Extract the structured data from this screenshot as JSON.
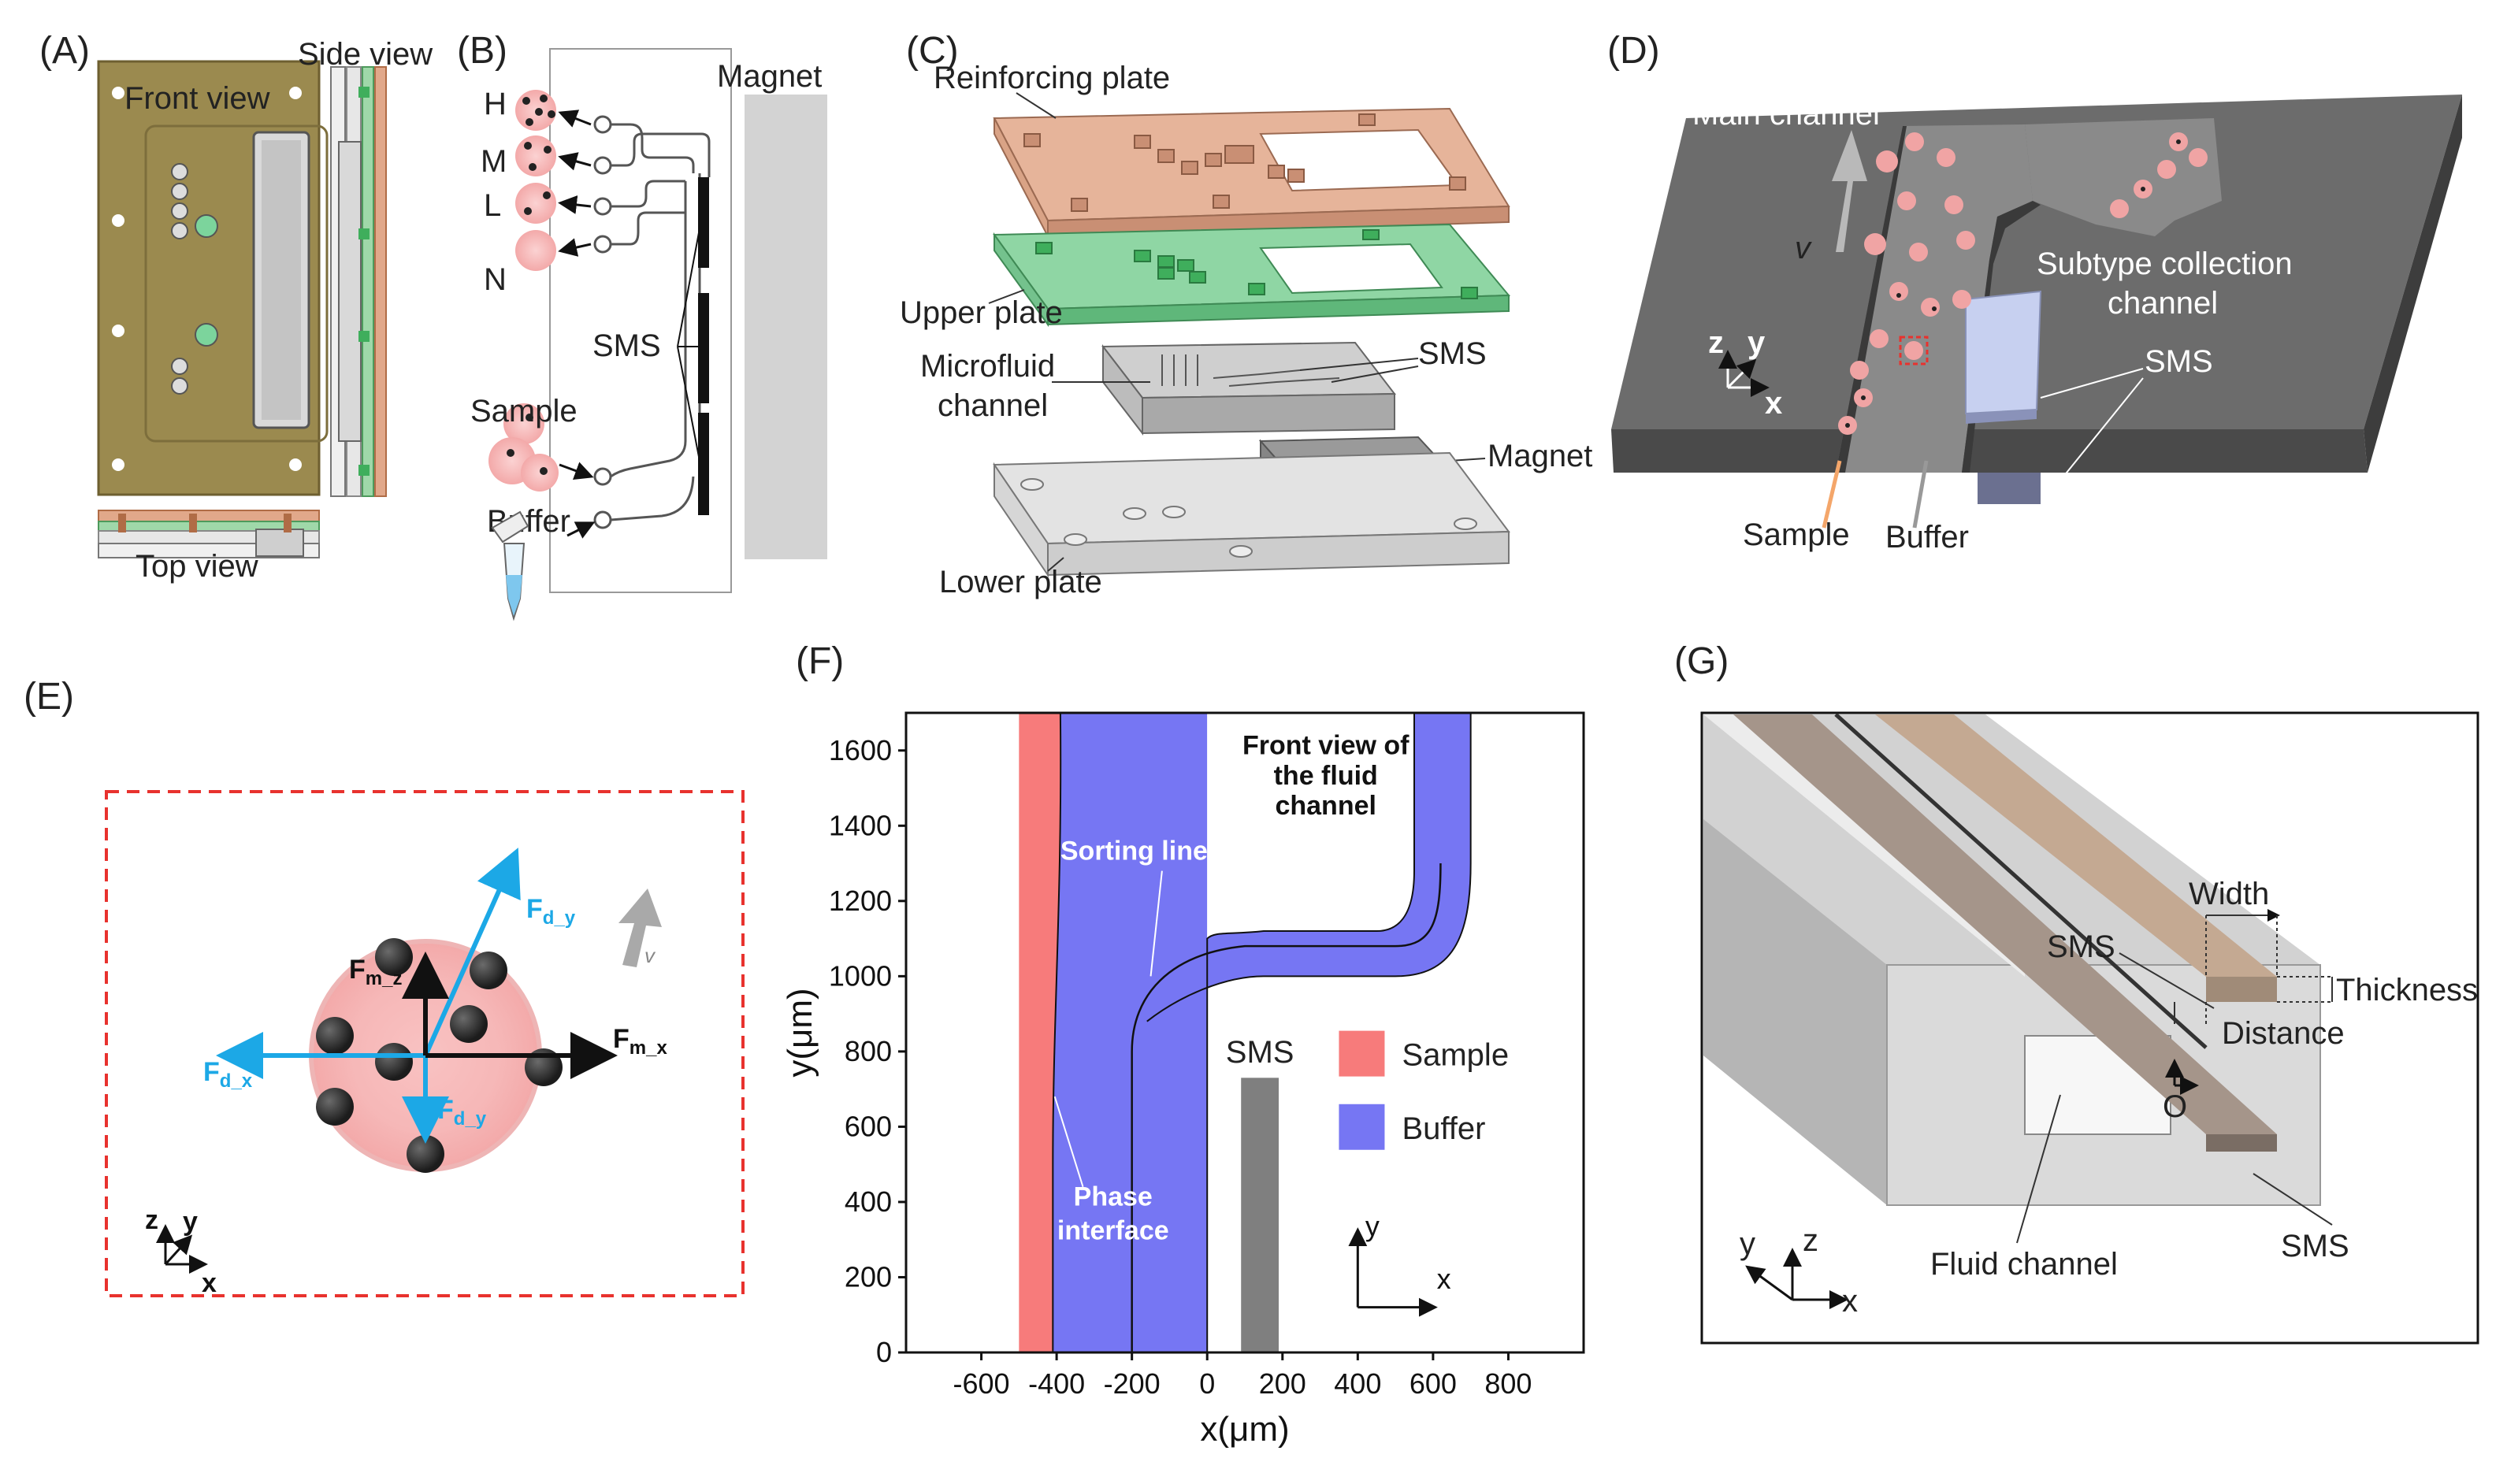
{
  "panels": {
    "A": {
      "label": "(A)",
      "front": "Front view",
      "side": "Side view",
      "top": "Top view"
    },
    "B": {
      "label": "(B)",
      "magnet": "Magnet",
      "H": "H",
      "M": "M",
      "L": "L",
      "N": "N",
      "sms": "SMS",
      "sample": "Sample",
      "buffer": "Buffer"
    },
    "C": {
      "label": "(C)",
      "reinforcing": "Reinforcing plate",
      "upper": "Upper plate",
      "micro1": "Microfluid",
      "micro2": "channel",
      "sms": "SMS",
      "magnet": "Magnet",
      "lower": "Lower plate"
    },
    "D": {
      "label": "(D)",
      "main": "Main channel",
      "subtype1": "Subtype collection",
      "subtype2": "channel",
      "sms": "SMS",
      "sample": "Sample",
      "buffer": "Buffer",
      "v": "v",
      "z": "z",
      "y": "y",
      "x": "x"
    },
    "E": {
      "label": "(E)",
      "fdy": "F",
      "fdy_sub": "d_y",
      "fmz": "F",
      "fmz_sub": "m_z",
      "fmx": "F",
      "fmx_sub": "m_x",
      "fdx": "F",
      "fdx_sub": "d_x",
      "fdy2": "F",
      "fdy2_sub": "d_y",
      "v": "v",
      "z": "z",
      "y": "y",
      "x": "x"
    },
    "F": {
      "label": "(F)",
      "title1": "Front view of",
      "title2": "the fluid",
      "title3": "channel",
      "sorting": "Sorting line",
      "phase1": "Phase",
      "phase2": "interface",
      "sms": "SMS",
      "y": "y",
      "x": "x"
    },
    "G": {
      "label": "(G)",
      "width": "Width",
      "sms_top": "SMS",
      "thickness": "Thickness",
      "distance": "Distance",
      "o": "O",
      "fluid": "Fluid channel",
      "sms_bottom": "SMS",
      "y": "y",
      "z": "z",
      "x": "x"
    }
  },
  "colors": {
    "sample": "#f77b7b",
    "buffer": "#7676f3",
    "sms": "#7f7f7f",
    "arrow_blue": "#1ca8e6",
    "dash_red": "#e8322e"
  },
  "chart_data": {
    "type": "area",
    "xlabel": "x(μm)",
    "ylabel": "y(μm)",
    "xlim": [
      -800,
      1000
    ],
    "ylim": [
      0,
      1700
    ],
    "xticks": [
      "-600",
      "-400",
      "-200",
      "0",
      "200",
      "400",
      "600",
      "800"
    ],
    "xtick_values": [
      -600,
      -400,
      -200,
      0,
      200,
      400,
      600,
      800
    ],
    "yticks": [
      "0",
      "200",
      "400",
      "600",
      "800",
      "1000",
      "1200",
      "1400",
      "1600"
    ],
    "ytick_values": [
      0,
      200,
      400,
      600,
      800,
      1000,
      1200,
      1400,
      1600
    ],
    "series": [
      {
        "name": "Sample",
        "region": "x from -500 to phase interface (~-410 at y=0, ~-390 at y=1700)"
      },
      {
        "name": "Buffer",
        "region": "x from phase interface to 0 below y~1100, bending right to x 550-700 above y~1000"
      }
    ],
    "sms_bar": {
      "x": [
        90,
        190
      ],
      "y": [
        0,
        730
      ]
    },
    "legend": [
      "Sample",
      "Buffer"
    ],
    "legend_position": "middle-right"
  }
}
